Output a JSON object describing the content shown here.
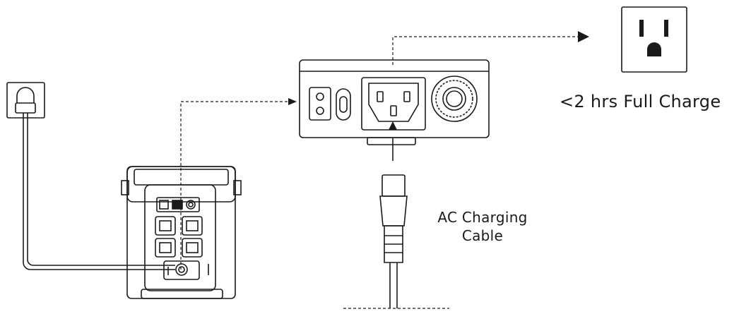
{
  "labels": {
    "charge_time": "<2 hrs Full Charge",
    "cable_line1": "AC Charging",
    "cable_line2": "Cable"
  },
  "icons": [
    "wall-plug-icon",
    "wall-outlet-icon",
    "arrow-icon"
  ],
  "colors": {
    "line": "#1a1a1a",
    "fill": "#ffffff"
  }
}
